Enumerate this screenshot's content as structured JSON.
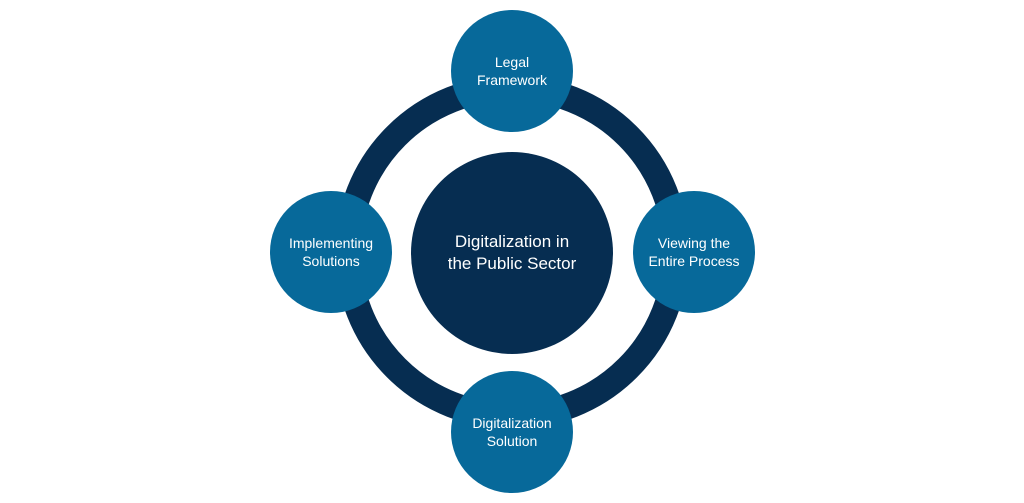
{
  "colors": {
    "ring": "#062d51",
    "center": "#062d51",
    "node": "#07699a",
    "text": "#ffffff"
  },
  "diagram": {
    "center": {
      "label": "Digitalization in\nthe Public Sector"
    },
    "nodes": [
      {
        "label": "Legal\nFramework"
      },
      {
        "label": "Viewing the\nEntire Process"
      },
      {
        "label": "Digitalization\nSolution"
      },
      {
        "label": "Implementing\nSolutions"
      }
    ]
  }
}
